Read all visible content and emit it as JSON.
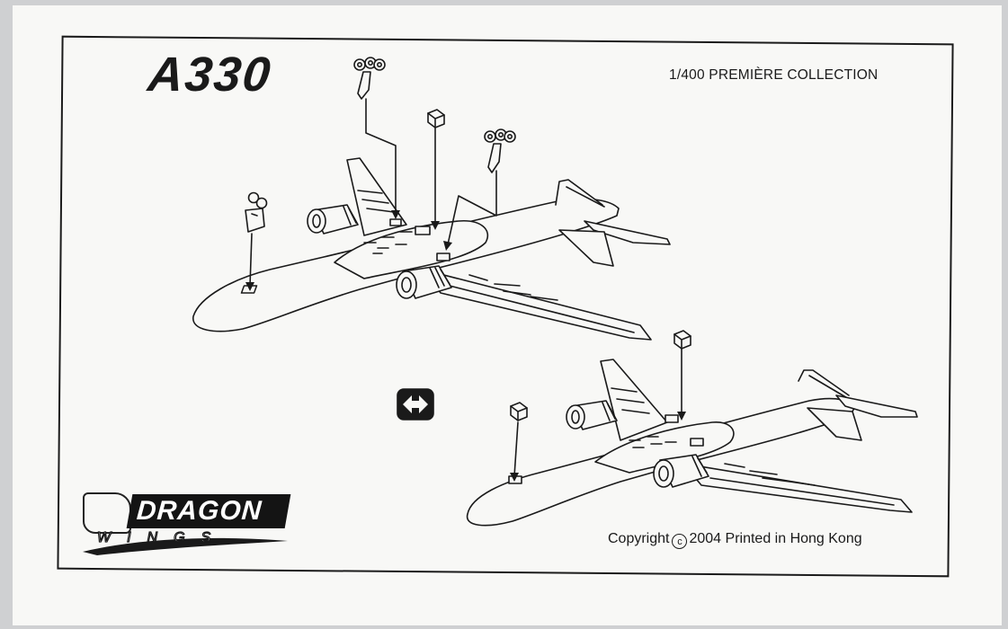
{
  "sheet": {
    "model_title": "A330",
    "series_label": "1/400 PREMIÈRE COLLECTION",
    "copyright_prefix": "Copyright",
    "copyright_symbol": "c",
    "copyright_suffix": "2004 Printed in Hong Kong"
  },
  "logo": {
    "brand": "DRAGON",
    "subbrand": "WINGS"
  },
  "icons": {
    "flip": "flip-arrows-icon",
    "landing_gear": "landing-gear-icon",
    "gear_door": "gear-door-icon"
  },
  "colors": {
    "ink": "#1a1a1a",
    "paper": "#f8f8f6",
    "background": "#cfd0d2"
  }
}
